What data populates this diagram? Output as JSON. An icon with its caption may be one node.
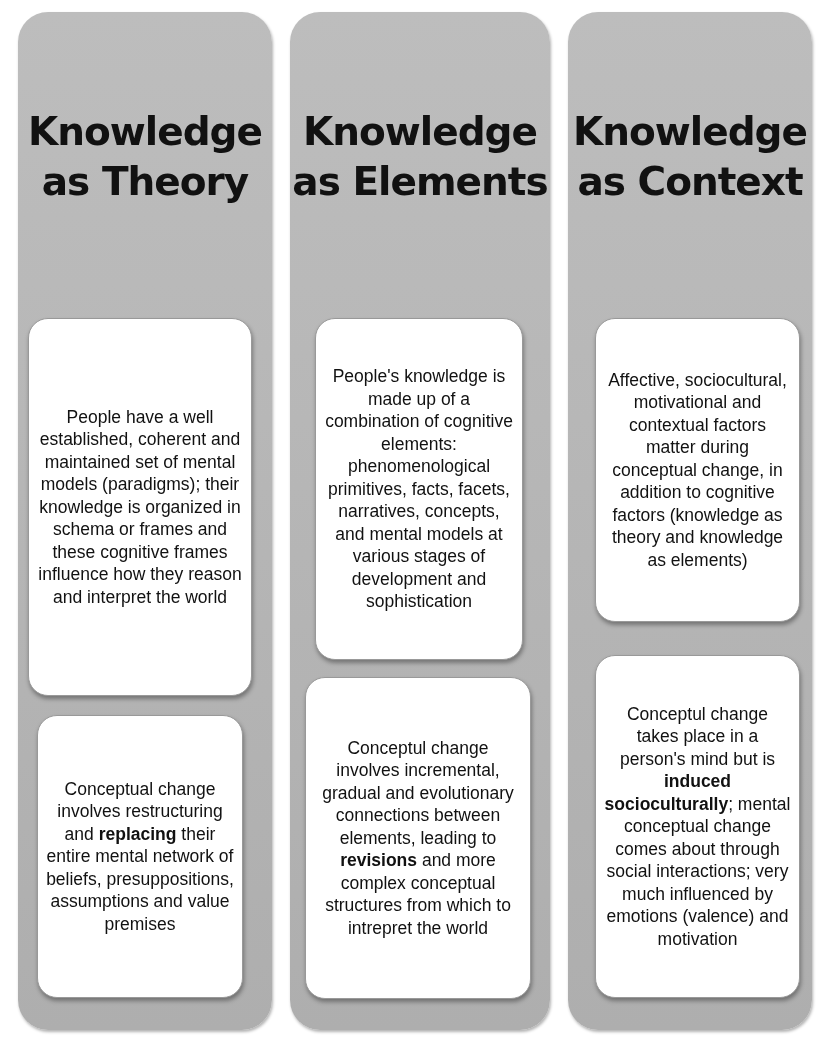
{
  "diagram": {
    "nodes": [
      {
        "text": [
          "Knowledge as Theory"
        ]
      },
      {
        "text": [
          "People have a well established, coherent and maintained set of mental models (paradigms); their knowledge is organized in schema or frames and these cognitive frames influence how they reason and interpret the world"
        ],
        "in": 0
      },
      {
        "text": [
          "Conceptual change involves restructuring and **replacing** their entire mental network of beliefs, presuppositions, assumptions and value premises"
        ],
        "in": 0
      },
      {
        "text": [
          "Knowledge as Elements"
        ]
      },
      {
        "text": [
          "People's knowledge is made up of a combination of cognitive elements: phenomenological primitives, facts, facets, narratives, concepts, and mental models at various stages of development and sophistication"
        ],
        "in": 3
      },
      {
        "text": [
          "Conceptul change involves incremental, gradual and evolutionary connections between elements, leading to **revisions** and more complex conceptual structures from which to intrepret the world"
        ],
        "in": 3
      },
      {
        "text": [
          "Knowledge as Context"
        ]
      },
      {
        "text": [
          "Affective, sociocultural, motivational and contextual factors matter during conceptual change, in addition to cognitive factors (knowledge as theory and knowledge as elements)"
        ],
        "in": 6
      },
      {
        "text": [
          "Conceptul change takes place in a person's mind but is **induced socioculturally**; mental conceptual change comes about through social interactions; very much influenced by emotions (valence) and motivation"
        ],
        "in": 6
      }
    ]
  }
}
